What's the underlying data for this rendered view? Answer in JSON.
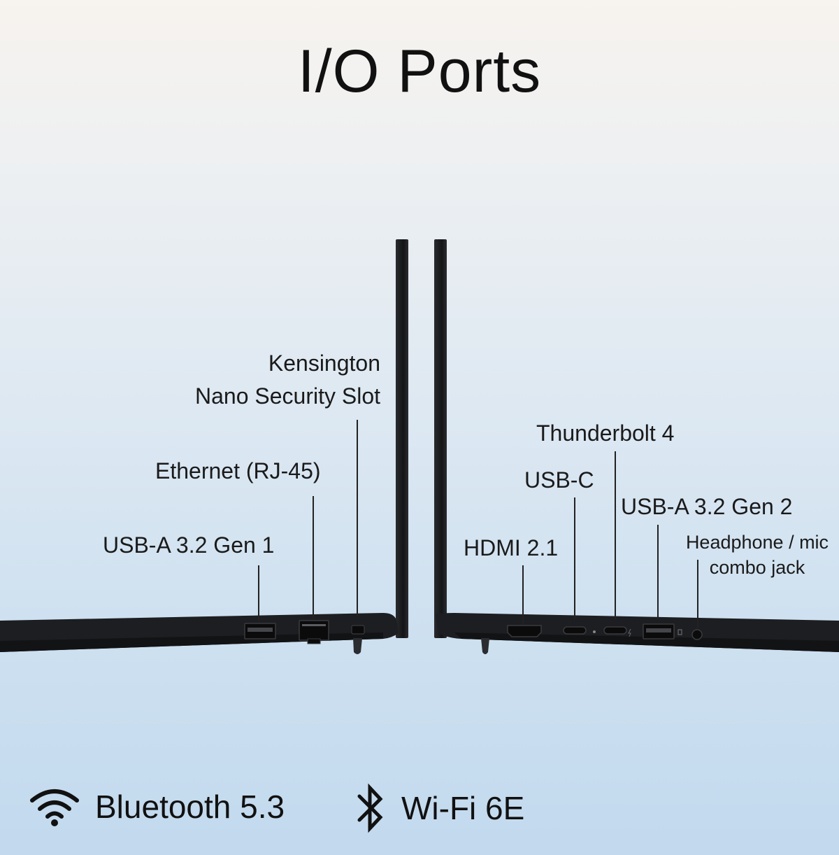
{
  "title": "I/O Ports",
  "left_ports": [
    {
      "id": "kensington",
      "lines": [
        "Kensington",
        "Nano Security Slot"
      ]
    },
    {
      "id": "ethernet",
      "lines": [
        "Ethernet (RJ-45)"
      ]
    },
    {
      "id": "usba1",
      "lines": [
        "USB-A 3.2 Gen 1"
      ]
    }
  ],
  "right_ports": [
    {
      "id": "thunderbolt",
      "lines": [
        "Thunderbolt 4"
      ]
    },
    {
      "id": "usbc",
      "lines": [
        "USB-C"
      ]
    },
    {
      "id": "usba2",
      "lines": [
        "USB-A 3.2 Gen 2"
      ]
    },
    {
      "id": "hdmi",
      "lines": [
        "HDMI 2.1"
      ]
    },
    {
      "id": "headphone",
      "lines": [
        "Headphone / mic",
        "combo jack"
      ]
    }
  ],
  "features": [
    {
      "icon": "wifi-icon",
      "label": "Bluetooth 5.3"
    },
    {
      "icon": "bluetooth-icon",
      "label": "Wi-Fi 6E"
    }
  ]
}
